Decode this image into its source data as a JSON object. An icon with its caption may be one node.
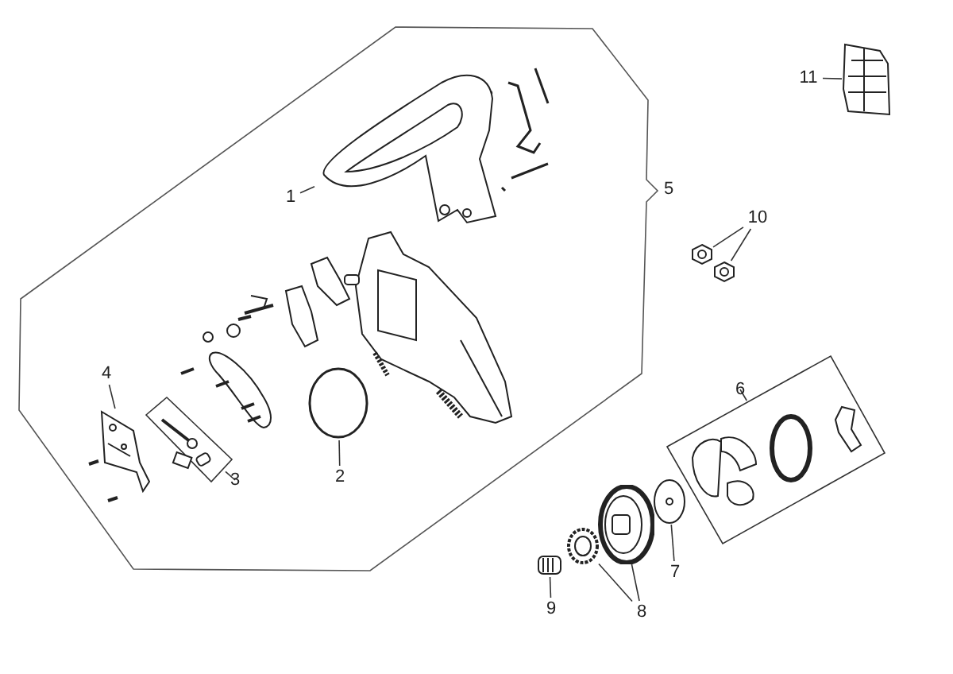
{
  "diagram": {
    "nodes": [
      {
        "text": [
          "1"
        ]
      },
      {
        "text": [],
        "shape": "picture"
      },
      {
        "text": [
          "2"
        ]
      },
      {
        "text": [],
        "shape": "circle"
      },
      {
        "text": [
          "3"
        ]
      },
      {
        "text": [],
        "shape": "box"
      },
      {
        "text": [
          "4"
        ]
      },
      {
        "text": [],
        "shape": "picture"
      },
      {
        "text": [
          "6"
        ]
      },
      {
        "text": [],
        "shape": "box"
      },
      {
        "text": [
          "7"
        ]
      },
      {
        "text": [],
        "shape": "picture"
      },
      {
        "text": [
          "8"
        ]
      },
      {
        "text": [],
        "shape": "picture"
      },
      {
        "text": [],
        "shape": "picture"
      },
      {
        "text": [
          "9"
        ]
      },
      {
        "text": [],
        "shape": "picture"
      },
      {
        "text": [
          "10"
        ]
      },
      {
        "text": [],
        "shape": "picture"
      },
      {
        "text": [],
        "shape": "picture"
      },
      {
        "text": [
          "11"
        ]
      },
      {
        "text": [],
        "shape": "picture"
      }
    ],
    "edges": [
      {
        "from": 0,
        "to": 1,
        "arrow": "none"
      },
      {
        "from": 2,
        "to": 3,
        "arrow": "none"
      },
      {
        "from": 4,
        "to": 5,
        "arrow": "none"
      },
      {
        "from": 6,
        "to": 7,
        "arrow": "none"
      },
      {
        "from": 8,
        "to": 9,
        "arrow": "none"
      },
      {
        "from": 10,
        "to": 11,
        "arrow": "none"
      },
      {
        "from": 12,
        "to": 13,
        "arrow": "none"
      },
      {
        "from": 12,
        "to": 14,
        "arrow": "none"
      },
      {
        "from": 15,
        "to": 16,
        "arrow": "none"
      },
      {
        "from": 17,
        "to": 18,
        "arrow": "none"
      },
      {
        "from": 17,
        "to": 19,
        "arrow": "none"
      },
      {
        "from": 20,
        "to": 21,
        "arrow": "none"
      }
    ],
    "labels": [
      "5"
    ]
  }
}
